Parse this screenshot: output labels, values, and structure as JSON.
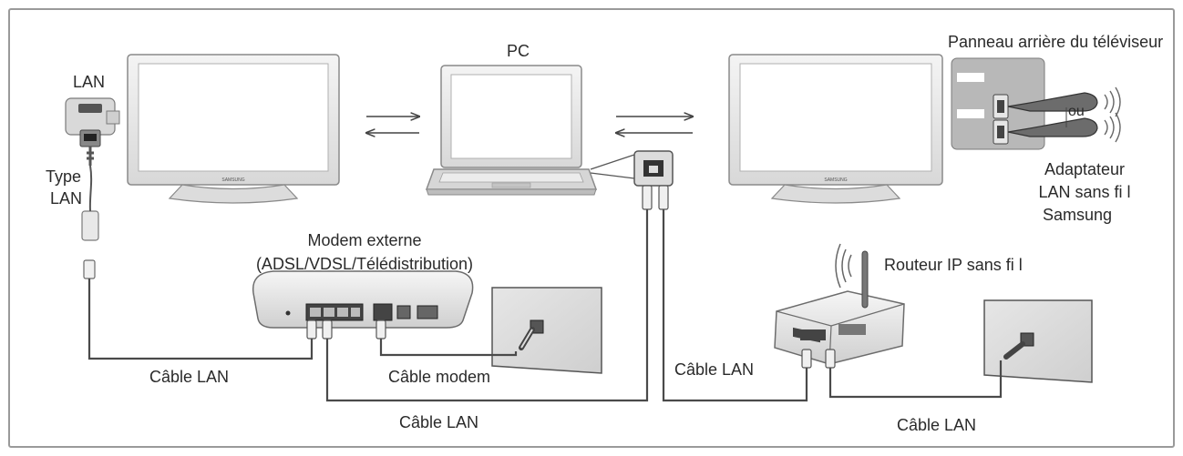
{
  "labels": {
    "pc": "PC",
    "lan": "LAN",
    "type": "Type",
    "type_lan": "LAN",
    "panel": "Panneau arrière du téléviseur",
    "ou": "ou",
    "adapter_1": "Adaptateur",
    "adapter_2": "LAN sans fi l",
    "adapter_3": "Samsung",
    "modem_1": "Modem externe",
    "modem_2": "(ADSL/VDSL/Télédistribution)",
    "router": "Routeur IP sans fi l",
    "cable_lan_left": "Câble LAN",
    "cable_modem": "Câble modem",
    "cable_lan_bottom": "Câble LAN",
    "cable_lan_mid": "Câble LAN",
    "cable_lan_right": "Câble LAN"
  },
  "tv_brand": "SAMSUNG"
}
